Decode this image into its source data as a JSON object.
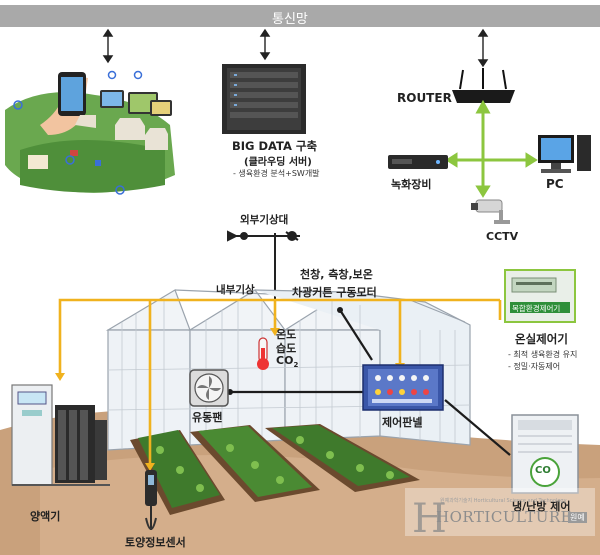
{
  "network_bar": {
    "label": "통신망"
  },
  "big_data": {
    "title": "BIG DATA 구축",
    "subtitle": "(클라우딩 서버)",
    "note": "- 생육환경 분석+SW개발"
  },
  "router": {
    "label": "ROUTER"
  },
  "recorder": {
    "label": "녹화장비"
  },
  "pc": {
    "label": "PC"
  },
  "cctv": {
    "label": "CCTV"
  },
  "weather_station": {
    "label": "외부기상대"
  },
  "internal_weather": {
    "label": "내부기상"
  },
  "motors": {
    "line1": "천창, 측창,보온",
    "line2": "차광커튼 구동모터"
  },
  "env_controller": {
    "screen": "복합환경제어기"
  },
  "greenhouse_controller": {
    "title": "온실제어기",
    "note1": "- 최적 생육환경 유지",
    "note2": "- 정밀·자동제어"
  },
  "sensor": {
    "line1": "온도",
    "line2": "습도",
    "line3": "CO",
    "sub": "2"
  },
  "fan": {
    "label": "유동팬"
  },
  "control_panel": {
    "label": "제어판넬"
  },
  "nutrient": {
    "label": "양액기"
  },
  "soil_sensor": {
    "label": "토양정보센서"
  },
  "hvac": {
    "label": "냉/난방 제어",
    "badge": "CO"
  },
  "watermark": {
    "brand": "HORTICULTURE",
    "tag": "원예",
    "fine": "원예과학기술지 Horticultural Science and Technology"
  },
  "colors": {
    "bar": "#a9a9a9",
    "wire": "#f0b21e",
    "green": "#8cc63f",
    "ground": "#c9a17c"
  }
}
